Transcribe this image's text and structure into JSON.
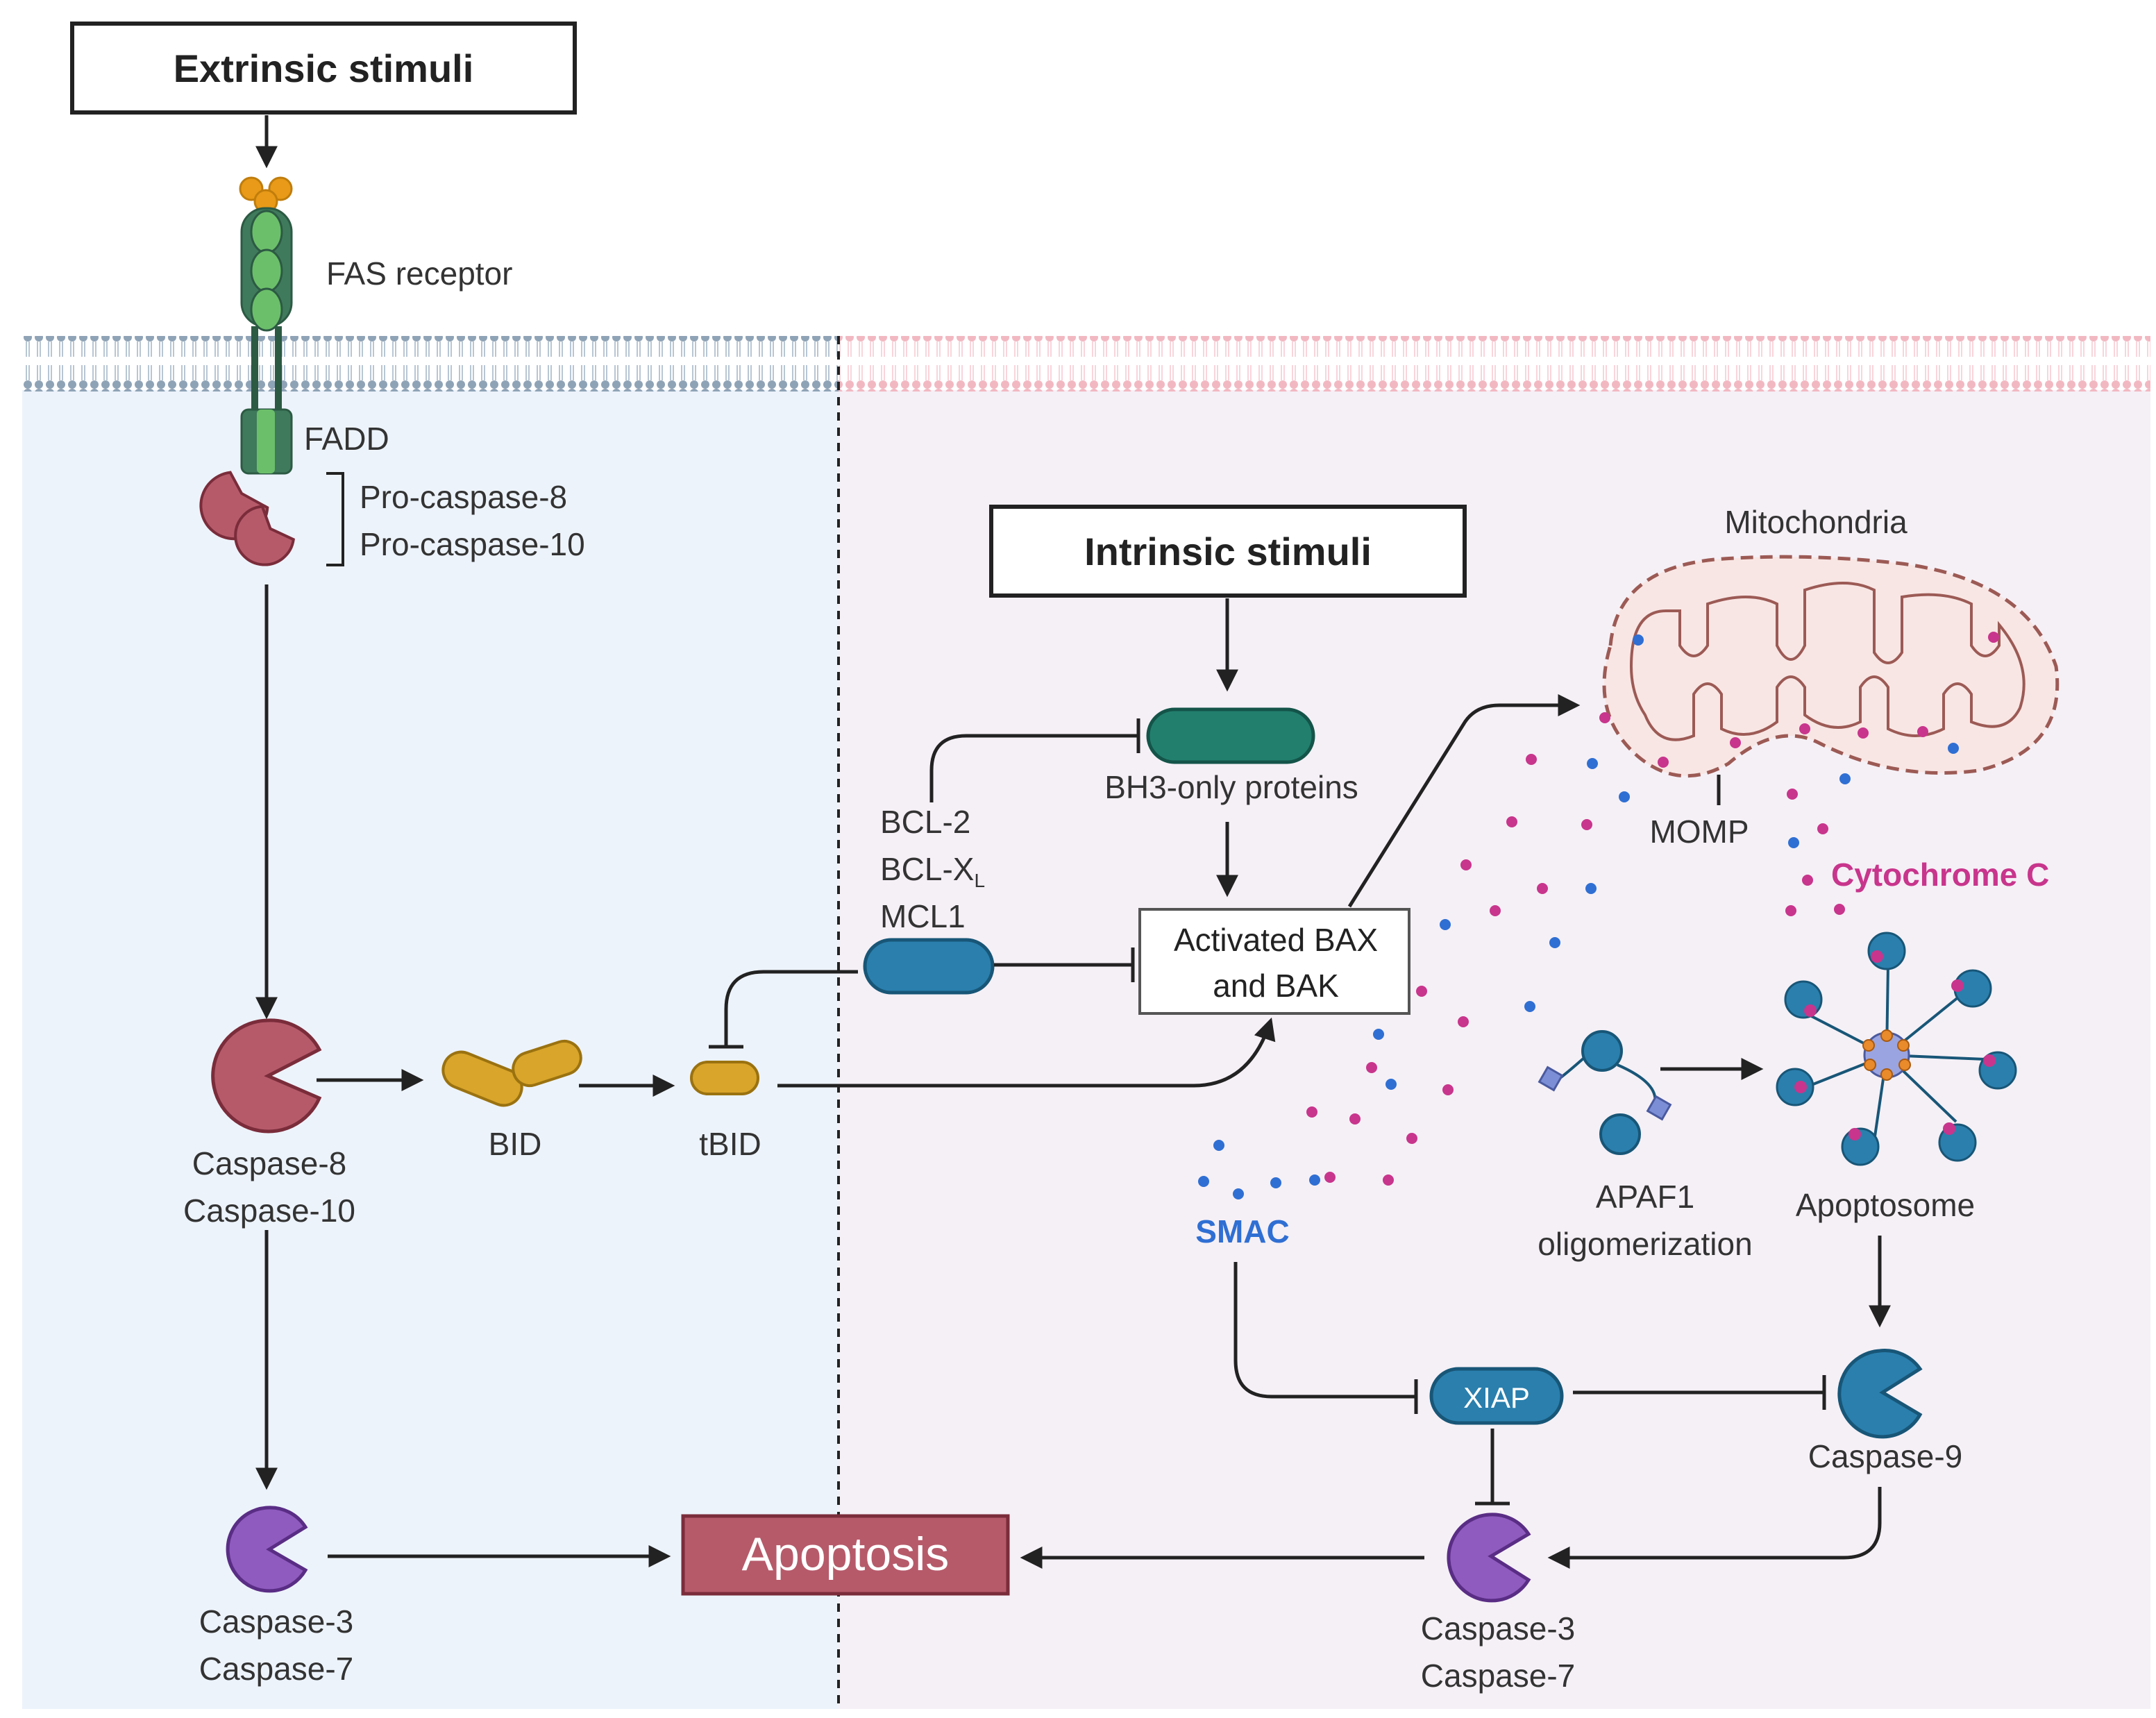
{
  "colors": {
    "extrinsic_bg": "#edf3fb",
    "intrinsic_bg": "#f5f0f6",
    "membrane_left": "#8fa3b6",
    "membrane_right": "#f2b8c2",
    "caspase8": "#b65a6a",
    "bid": "#d9a52a",
    "green_receptor": "#6cbf6a",
    "bh3": "#227f6e",
    "blue_protein": "#2a7fad",
    "caspase37": "#8f5bbf",
    "apoptosis_box": "#b65a6a",
    "cytochrome": "#c8358c",
    "smac": "#2f6fd3",
    "mito_fill": "#f8e6e4",
    "mito_stroke": "#9c5a55"
  },
  "labels": {
    "extrinsic_stimuli": "Extrinsic stimuli",
    "fas_receptor": "FAS receptor",
    "fadd": "FADD",
    "pro_caspase_8": "Pro-caspase-8",
    "pro_caspase_10": "Pro-caspase-10",
    "caspase_8": "Caspase-8",
    "caspase_10": "Caspase-10",
    "bid": "BID",
    "tbid": "tBID",
    "caspase_3_left": "Caspase-3",
    "caspase_7_left": "Caspase-7",
    "apoptosis": "Apoptosis",
    "intrinsic_stimuli": "Intrinsic stimuli",
    "mitochondria": "Mitochondria",
    "bh3_only": "BH3-only proteins",
    "bcl2": "BCL-2",
    "bclxl_base": "BCL-X",
    "bclxl_sub": "L",
    "mcl1": "MCL1",
    "activated_bax": "Activated BAX",
    "and_bak": "and BAK",
    "momp": "MOMP",
    "cytochrome_c": "Cytochrome C",
    "smac": "SMAC",
    "apaf1": "APAF1",
    "oligomerization": "oligomerization",
    "apoptosome": "Apoptosome",
    "xiap": "XIAP",
    "caspase_9": "Caspase-9",
    "caspase_3_right": "Caspase-3",
    "caspase_7_right": "Caspase-7"
  }
}
